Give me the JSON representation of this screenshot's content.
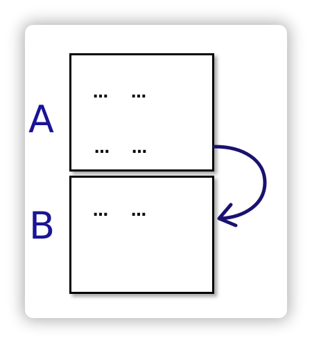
{
  "diagram": {
    "blocks": [
      {
        "label": "A",
        "cells": [
          "…",
          "…",
          "…",
          "…"
        ]
      },
      {
        "label": "B",
        "cells": [
          "…",
          "…"
        ]
      }
    ],
    "arrow": {
      "from": "A",
      "to": "B"
    }
  },
  "colors": {
    "label": "#1a1496",
    "arrow": "#1a1270",
    "box_border": "#000000",
    "dots": "#000000"
  }
}
